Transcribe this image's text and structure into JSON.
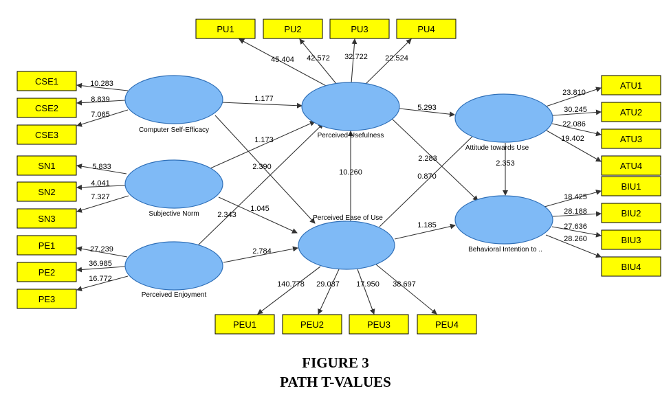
{
  "colors": {
    "construct_fill": "#7fbaf6",
    "construct_stroke": "#3070b8",
    "indicator_fill": "#ffff00",
    "indicator_stroke": "#000000",
    "arrow": "#333333",
    "text": "#000000"
  },
  "caption": {
    "line1": "FIGURE 3",
    "line2": "PATH T-VALUES"
  },
  "constructs": [
    {
      "id": "cse",
      "label": "Computer Self-Efficacy"
    },
    {
      "id": "sn",
      "label": "Subjective Norm"
    },
    {
      "id": "pe",
      "label": "Perceived Enjoyment"
    },
    {
      "id": "pu",
      "label": "Perceived Usefulness"
    },
    {
      "id": "peou",
      "label": "Perceived Ease of Use"
    },
    {
      "id": "atu",
      "label": "Attitude towards Use"
    },
    {
      "id": "biu",
      "label": "Behavioral Intention to .."
    }
  ],
  "indicators": [
    {
      "id": "pu1",
      "label": "PU1",
      "construct": "pu",
      "t": "45.404"
    },
    {
      "id": "pu2",
      "label": "PU2",
      "construct": "pu",
      "t": "42.572"
    },
    {
      "id": "pu3",
      "label": "PU3",
      "construct": "pu",
      "t": "32.722"
    },
    {
      "id": "pu4",
      "label": "PU4",
      "construct": "pu",
      "t": "22.524"
    },
    {
      "id": "cse1",
      "label": "CSE1",
      "construct": "cse",
      "t": "10.283"
    },
    {
      "id": "cse2",
      "label": "CSE2",
      "construct": "cse",
      "t": "8.839"
    },
    {
      "id": "cse3",
      "label": "CSE3",
      "construct": "cse",
      "t": "7.065"
    },
    {
      "id": "sn1",
      "label": "SN1",
      "construct": "sn",
      "t": "5.833"
    },
    {
      "id": "sn2",
      "label": "SN2",
      "construct": "sn",
      "t": "4.041"
    },
    {
      "id": "sn3",
      "label": "SN3",
      "construct": "sn",
      "t": "7.327"
    },
    {
      "id": "pe1",
      "label": "PE1",
      "construct": "pe",
      "t": "27.239"
    },
    {
      "id": "pe2",
      "label": "PE2",
      "construct": "pe",
      "t": "36.985"
    },
    {
      "id": "pe3",
      "label": "PE3",
      "construct": "pe",
      "t": "16.772"
    },
    {
      "id": "peu1",
      "label": "PEU1",
      "construct": "peou",
      "t": "140.778"
    },
    {
      "id": "peu2",
      "label": "PEU2",
      "construct": "peou",
      "t": "29.037"
    },
    {
      "id": "peu3",
      "label": "PEU3",
      "construct": "peou",
      "t": "17.950"
    },
    {
      "id": "peu4",
      "label": "PEU4",
      "construct": "peou",
      "t": "38.697"
    },
    {
      "id": "atu1",
      "label": "ATU1",
      "construct": "atu",
      "t": "23.810"
    },
    {
      "id": "atu2",
      "label": "ATU2",
      "construct": "atu",
      "t": "30.245"
    },
    {
      "id": "atu3",
      "label": "ATU3",
      "construct": "atu",
      "t": "22.086"
    },
    {
      "id": "atu4",
      "label": "ATU4",
      "construct": "atu",
      "t": "19.402"
    },
    {
      "id": "biu1",
      "label": "BIU1",
      "construct": "biu",
      "t": "18.425"
    },
    {
      "id": "biu2",
      "label": "BIU2",
      "construct": "biu",
      "t": "28.188"
    },
    {
      "id": "biu3",
      "label": "BIU3",
      "construct": "biu",
      "t": "27.636"
    },
    {
      "id": "biu4",
      "label": "BIU4",
      "construct": "biu",
      "t": "28.260"
    }
  ],
  "paths": [
    {
      "from": "cse",
      "to": "pu",
      "t": "1.177"
    },
    {
      "from": "sn",
      "to": "pu",
      "t": "1.173"
    },
    {
      "from": "pe",
      "to": "pu",
      "t": "2.343"
    },
    {
      "from": "cse",
      "to": "peou",
      "t": "2.390"
    },
    {
      "from": "sn",
      "to": "peou",
      "t": "1.045"
    },
    {
      "from": "pe",
      "to": "peou",
      "t": "2.784"
    },
    {
      "from": "peou",
      "to": "pu",
      "t": "10.260"
    },
    {
      "from": "pu",
      "to": "atu",
      "t": "5.293"
    },
    {
      "from": "pu",
      "to": "biu",
      "t": "2.283"
    },
    {
      "from": "peou",
      "to": "atu",
      "t": "0.870"
    },
    {
      "from": "peou",
      "to": "biu",
      "t": "1.185"
    },
    {
      "from": "atu",
      "to": "biu",
      "t": "2.353"
    }
  ]
}
